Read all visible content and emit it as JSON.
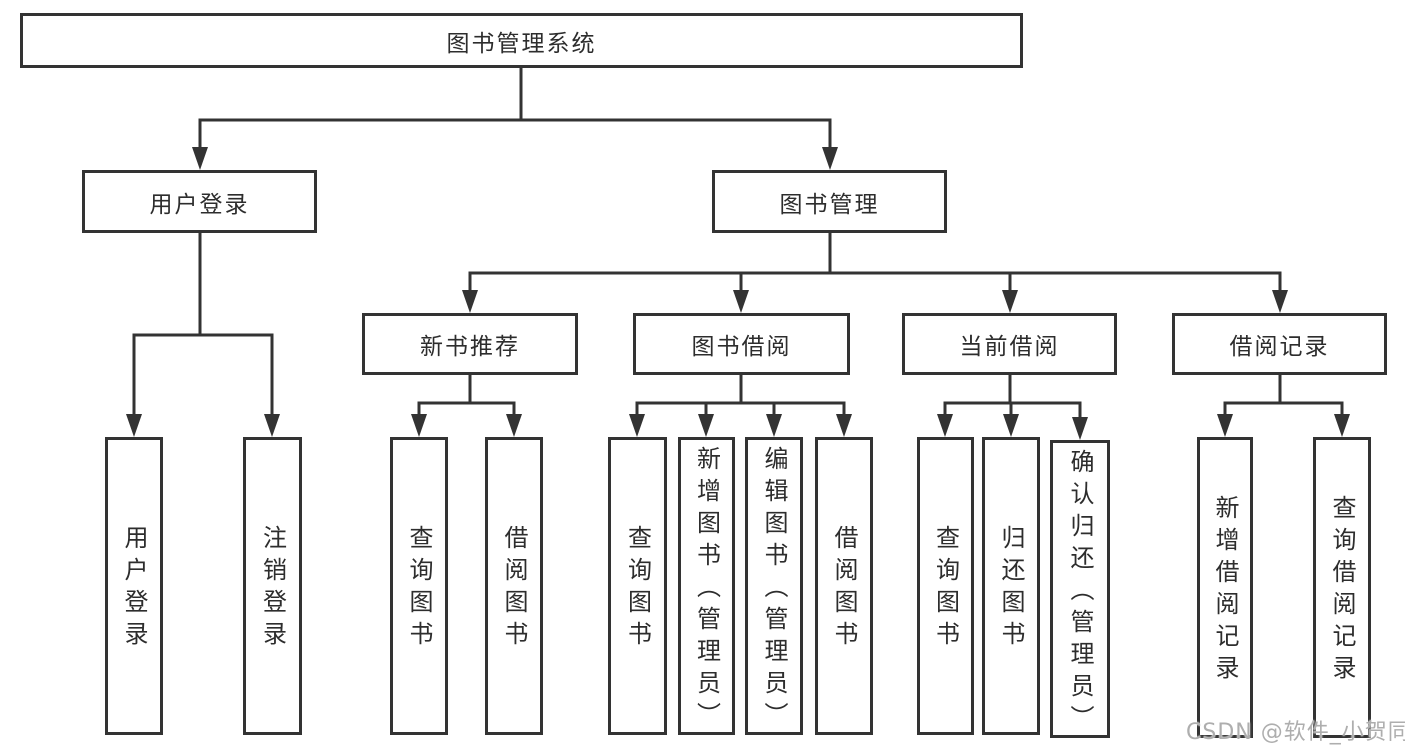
{
  "diagram": {
    "title": "图书管理系统",
    "level2": [
      {
        "label": "用户登录"
      },
      {
        "label": "图书管理"
      }
    ],
    "user_login_children": [
      "用户登录",
      "注销登录"
    ],
    "modules": [
      {
        "label": "新书推荐",
        "children": [
          "查询图书",
          "借阅图书"
        ]
      },
      {
        "label": "图书借阅",
        "children": [
          "查询图书",
          "新增图书（管理员）",
          "编辑图书（管理员）",
          "借阅图书"
        ]
      },
      {
        "label": "当前借阅",
        "children": [
          "查询图书",
          "归还图书",
          "确认归还（管理员）"
        ]
      },
      {
        "label": "借阅记录",
        "children": [
          "新增借阅记录",
          "查询借阅记录"
        ]
      }
    ],
    "watermark": "CSDN @软件_小贺同学",
    "colors": {
      "line": "#333333",
      "text": "#2d2d2d",
      "watermark": "#aeaeae"
    }
  }
}
